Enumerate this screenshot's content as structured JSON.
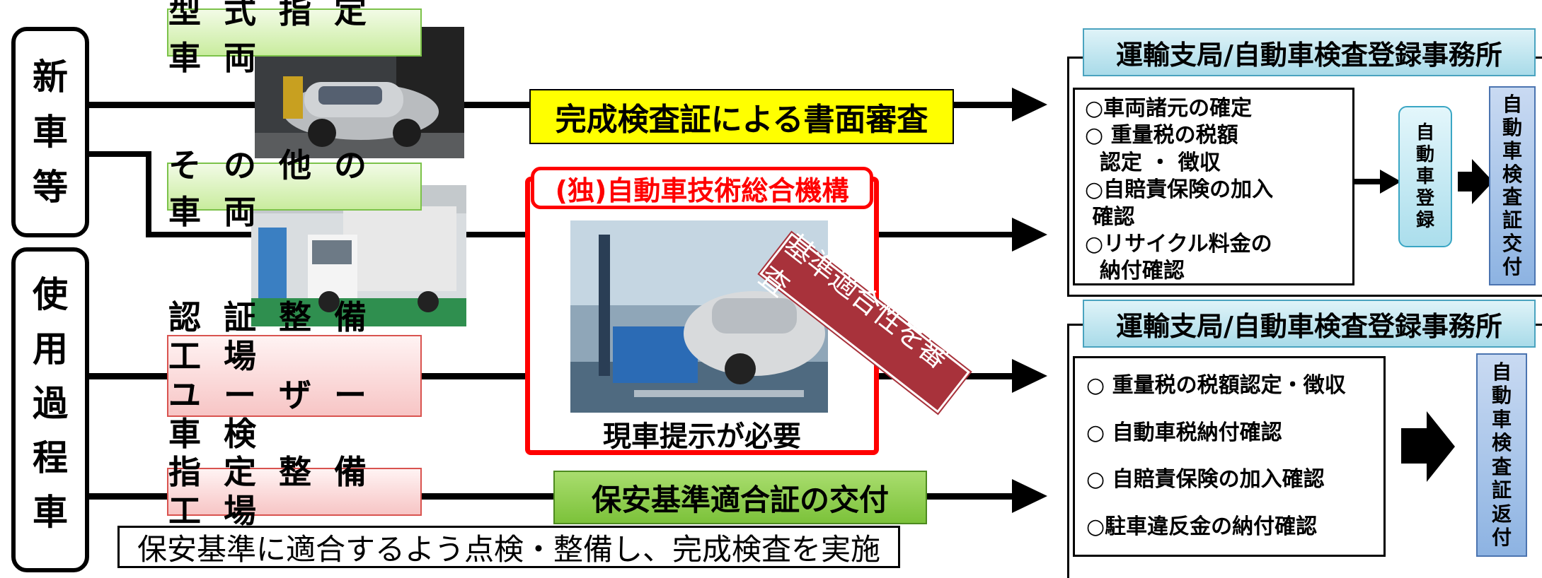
{
  "side": {
    "new_vehicle": [
      "新",
      "車",
      "等"
    ],
    "in_use_vehicle": [
      "使",
      "用",
      "過",
      "程",
      "車"
    ]
  },
  "left_labels": {
    "type_designated": "型 式 指 定 車 両",
    "other_vehicles": "そ の 他 の 車 両",
    "certified_shop": "認 証 整 備 工 場",
    "user_inspection": "ユ ー ザ ー 車 検",
    "designated_shop": "指 定 整 備 工 場"
  },
  "center": {
    "document_review": "完成検査証による書面審査",
    "agency_title": "(独)自動車技術総合機構",
    "conformity_banner": "基準適合性を審査",
    "vehicle_required": "現車提示が必要",
    "certificate_issue": "保安基準適合証の交付",
    "maintenance_note": "保安基準に適合するよう点検・整備し、完成検査を実施"
  },
  "top_office": {
    "title": "運輸支局/自動車検査登録事務所",
    "items": [
      "○車両諸元の確定",
      "○ 重量税の税額",
      "  認定 ・ 徴収",
      "○自賠責保険の加入",
      " 確認",
      "○リサイクル料金の",
      "  納付確認"
    ],
    "registration": [
      "自",
      "動",
      "車",
      "登",
      "録"
    ],
    "issue_label": [
      "自",
      "動",
      "車",
      "検",
      "査",
      "証",
      "交",
      "付"
    ]
  },
  "bottom_office": {
    "title": "運輸支局/自動車検査登録事務所",
    "items": [
      "○ 重量税の税額認定・徴収",
      "○ 自動車税納付確認",
      "○ 自賠責保険の加入確認",
      "○駐車違反金の納付確認"
    ],
    "return_label": [
      "自",
      "動",
      "車",
      "検",
      "査",
      "証",
      "返",
      "付"
    ]
  },
  "colors": {
    "yellow": "#ffff00",
    "red_frame": "#ff0000",
    "green_box": "#92d050",
    "blue_header": "#a9dbe9",
    "issue_blue": "#8db3e2"
  }
}
